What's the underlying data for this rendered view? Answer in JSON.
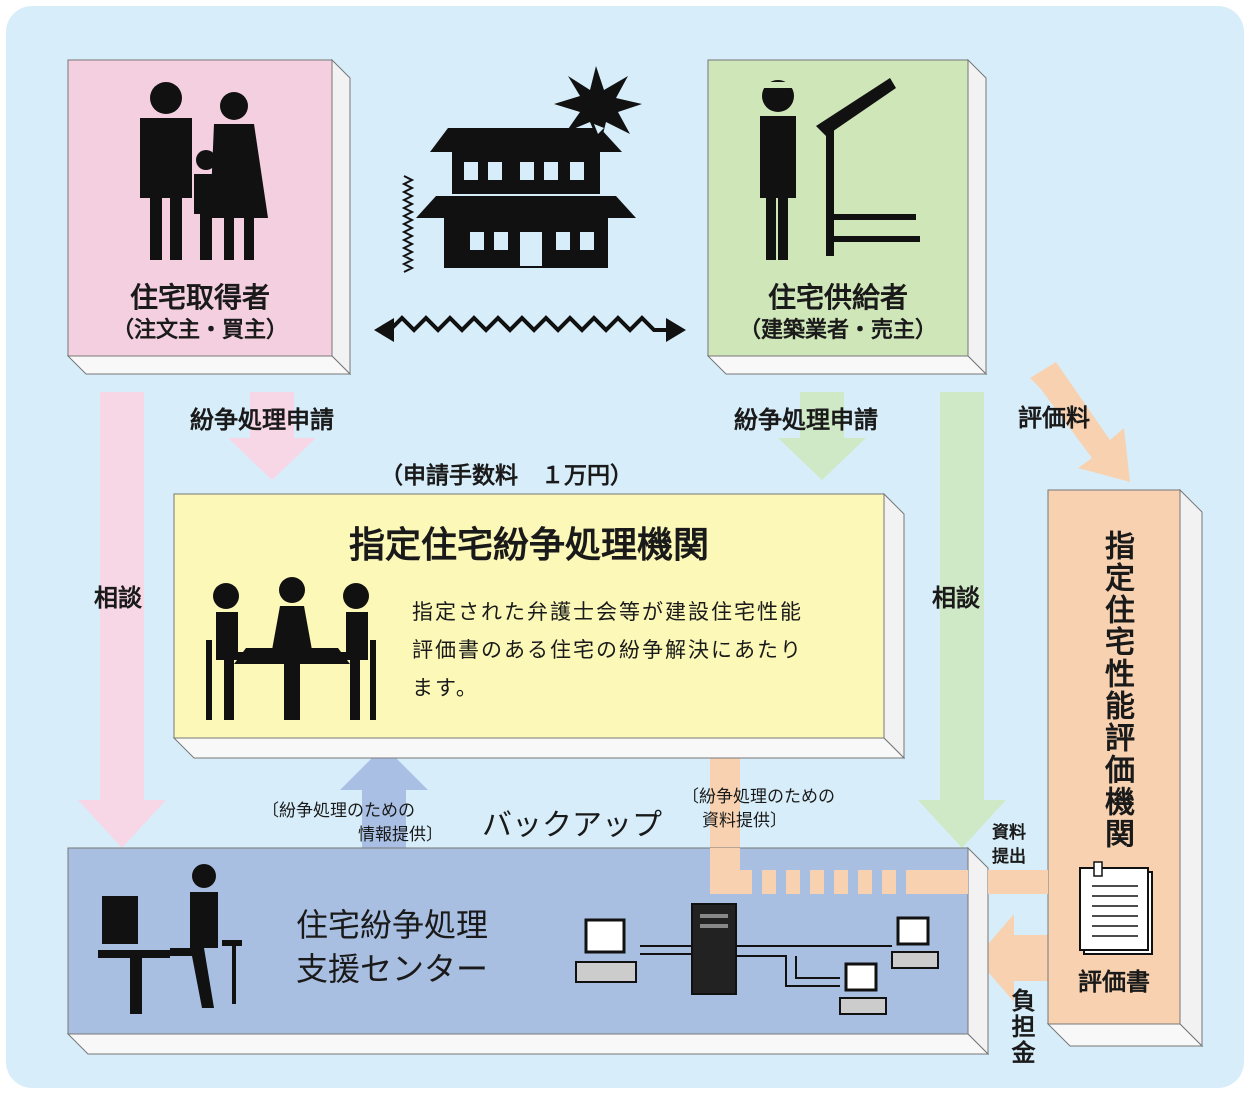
{
  "acquirer": {
    "name": "住宅取得者",
    "sub": "（注文主・買主）"
  },
  "supplier": {
    "name": "住宅供給者",
    "sub": "（建築業者・売主）"
  },
  "application_left": "紛争処理申請",
  "application_right": "紛争処理申請",
  "fee": "（申請手数料　１万円）",
  "evaluation_fee": "評価料",
  "consult_left": "相談",
  "consult_right": "相談",
  "dispute_body": {
    "title": "指定住宅紛争処理機関",
    "description_lines": [
      "指定された弁護士会等が建設住宅性能",
      "評価書のある住宅の紛争解決にあたり",
      "ます。"
    ]
  },
  "evaluation_body": "指定住宅性能評価機関",
  "evaluation_doc": "評価書",
  "backup": "バックアップ",
  "info_provision": [
    "〔紛争処理のための",
    "情報提供〕"
  ],
  "material_provision": [
    "〔紛争処理のための",
    "資料提供〕"
  ],
  "material_submit": [
    "資料",
    "提出"
  ],
  "burden": "負担金",
  "support_center": [
    "住宅紛争処理",
    "支援センター"
  ]
}
